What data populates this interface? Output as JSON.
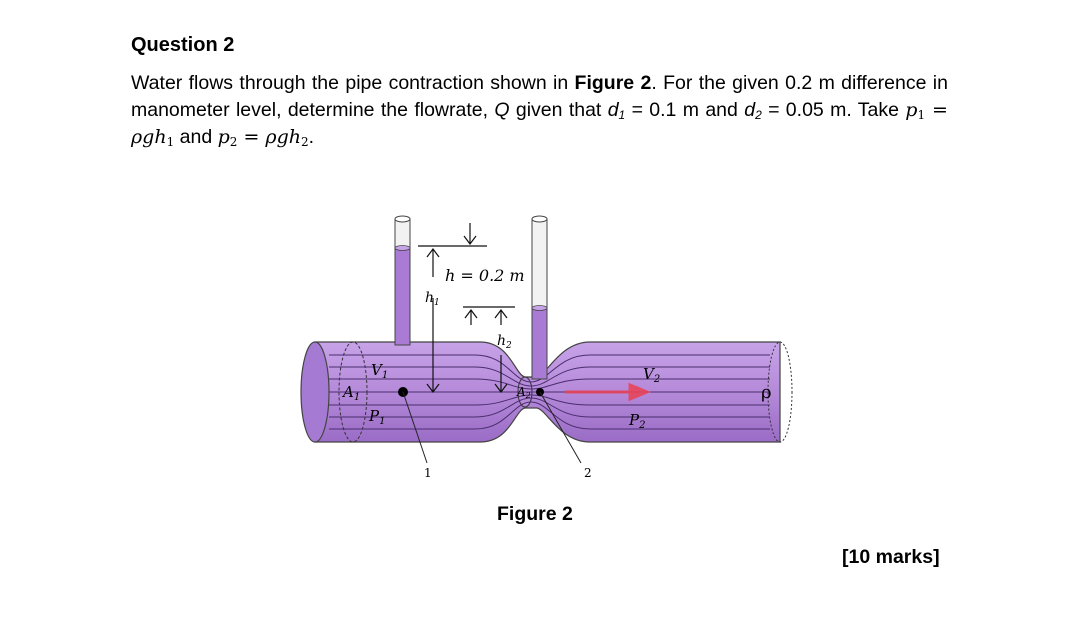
{
  "question": {
    "title": "Question 2",
    "body": {
      "t1": "Water flows through the pipe contraction shown in ",
      "fig_ref": "Figure 2",
      "t2": ". For the given 0.2 m difference in manometer level, determine the flowrate, ",
      "Q": "Q",
      "t3": " given that ",
      "d": "d",
      "d1_sub": "1",
      "t4": " = 0.1 m and ",
      "d2_sub": "2",
      "t5": " = 0.05 m. Take ",
      "p1_eq": "p",
      "p1_sub": "1",
      "eq_mid": " = ",
      "rho": "ρ",
      "g": "g",
      "h": "h",
      "h1_sub": "1",
      "and": " and ",
      "p2_sub": "2",
      "h2_sub": "2",
      "end": "."
    }
  },
  "figure": {
    "caption": "Figure 2",
    "labels": {
      "h_eq": "h = 0.2 m",
      "h1": "h",
      "h1_sub": "1",
      "h2": "h",
      "h2_sub": "2",
      "V1": "V",
      "V1_sub": "1",
      "P1": "P",
      "P1_sub": "1",
      "A1": "A",
      "A1_sub": "1",
      "A2": "A",
      "A2_sub": "2",
      "V2": "V",
      "V2_sub": "2",
      "P2": "P",
      "P2_sub": "2",
      "rho": "ρ",
      "point1": "1",
      "point2": "2"
    },
    "colors": {
      "pipe": "#b58ad9",
      "pipe_dark": "#9c6fc7",
      "fluid_in_tube": "#a97bd4",
      "arrow": "#e8455a",
      "outline": "#333333"
    }
  },
  "marks": "[10 marks]"
}
